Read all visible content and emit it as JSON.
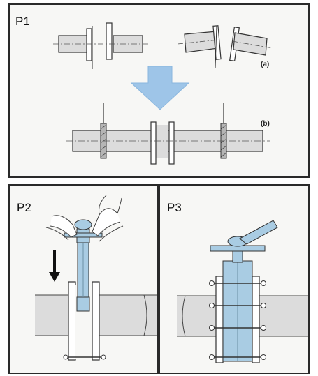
{
  "panels": {
    "p1": {
      "label": "P1",
      "sub_a": "(a)",
      "sub_b": "(b)"
    },
    "p2": {
      "label": "P2"
    },
    "p3": {
      "label": "P3"
    }
  },
  "colors": {
    "pipe": "#dcdcdc",
    "outline": "#333333",
    "valve_blue": "#a9cce3",
    "arrow_blue": "#9ec5e8"
  }
}
